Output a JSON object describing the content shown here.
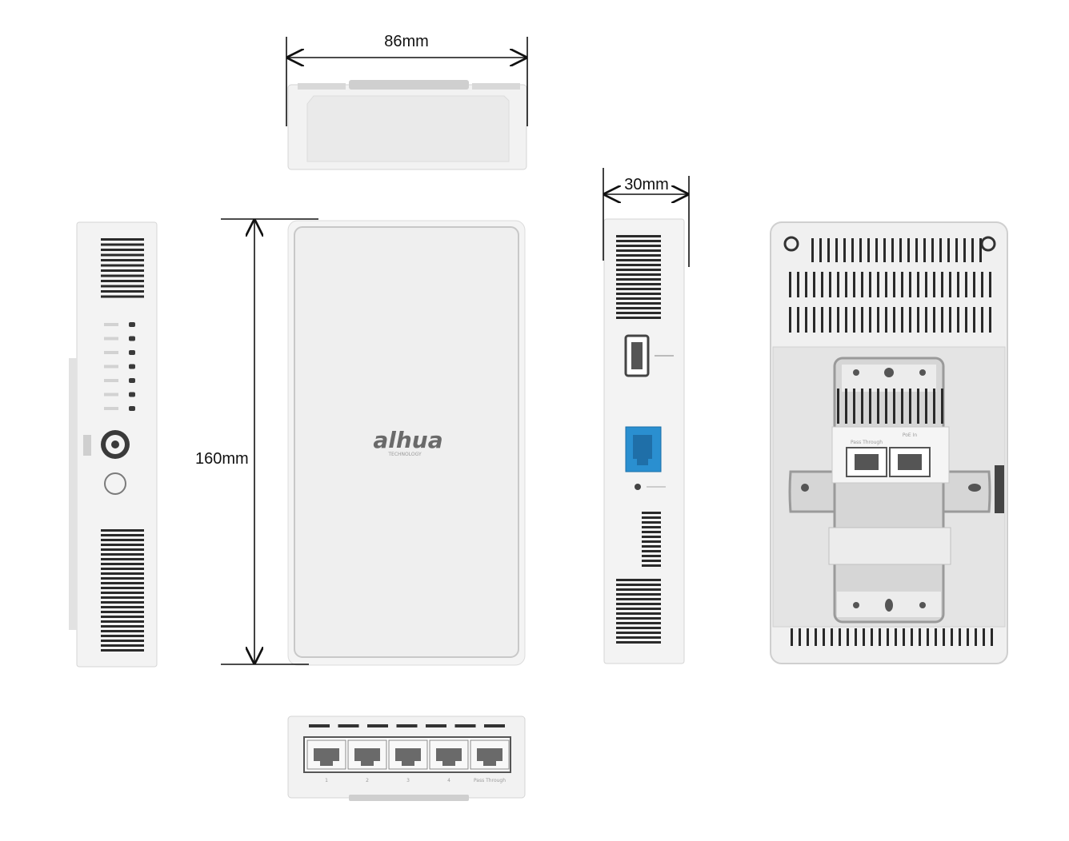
{
  "dimensions": {
    "width": "86mm",
    "height": "160mm",
    "depth": "30mm"
  },
  "brand": {
    "logo": "alhua",
    "tagline": "TECHNOLOGY"
  },
  "ports": {
    "bottom_labels": [
      "1",
      "2",
      "3",
      "4",
      "Pass Through"
    ],
    "rear_labels": [
      "Pass Through",
      "PoE In"
    ],
    "led_count": 7
  },
  "colors": {
    "body": "#f1f1f1",
    "outline": "#cfcfcf",
    "vent": "#2a2a2a",
    "uplink_port": "#2a8fd0",
    "rear_bracket": "#bdbdbd"
  }
}
